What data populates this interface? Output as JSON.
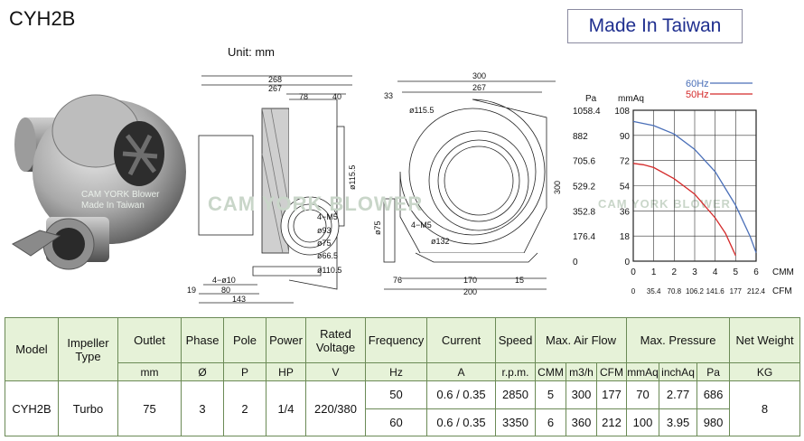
{
  "header": {
    "model": "CYH2B",
    "badge": "Made In Taiwan",
    "unit": "Unit: mm"
  },
  "watermark": {
    "photo": "CAM YORK Blower",
    "photo_sub": "Made In Taiwan",
    "brand": "CAM YORK BLOWER"
  },
  "colors": {
    "hz60": "#4a6fb8",
    "hz50": "#d42a2a",
    "table_header": "#e6f2d8",
    "table_border": "#6b8a56",
    "badge_text": "#1f2f8f"
  },
  "side_view": {
    "dims": [
      "268",
      "267",
      "78",
      "40",
      "ø115.5",
      "4−M5",
      "ø93",
      "ø75",
      "ø66.5",
      "ø110.5",
      "4−ø10",
      "19",
      "80",
      "143"
    ]
  },
  "front_view": {
    "dims": [
      "33",
      "300",
      "267",
      "ø115.5",
      "4−M5",
      "ø132",
      "ø75",
      "300",
      "76",
      "170",
      "15",
      "200"
    ]
  },
  "chart_data": {
    "type": "line",
    "title": "",
    "legend": [
      "60Hz",
      "50Hz"
    ],
    "legend_placement": "top-right",
    "y_left_label": "Pa",
    "y_right_label": "mmAq",
    "y_left_ticks": [
      "1058.4",
      "882",
      "705.6",
      "529.2",
      "352.8",
      "176.4",
      "0"
    ],
    "y_right_ticks": [
      "108",
      "90",
      "72",
      "54",
      "36",
      "18",
      "0"
    ],
    "x_ticks_cmm": [
      "0",
      "1",
      "2",
      "3",
      "4",
      "5",
      "6"
    ],
    "x_label_cmm": "CMM",
    "x_ticks_cfm": [
      "0",
      "35.4",
      "70.8",
      "106.2",
      "141.6",
      "177",
      "212.4"
    ],
    "x_label_cfm": "CFM",
    "xlim": [
      0,
      6
    ],
    "ylim": [
      0,
      108
    ],
    "grid": true,
    "series": [
      {
        "name": "60Hz",
        "x": [
          0,
          1,
          2,
          3,
          4,
          5,
          5.7,
          6
        ],
        "y": [
          100,
          97,
          91,
          80,
          64,
          40,
          18,
          6
        ]
      },
      {
        "name": "50Hz",
        "x": [
          0,
          0.5,
          1,
          2,
          3,
          4,
          4.5,
          5
        ],
        "y": [
          70,
          69,
          67,
          59,
          48,
          31,
          20,
          4
        ]
      }
    ]
  },
  "table": {
    "headers": {
      "model": "Model",
      "impeller": "Impeller Type",
      "outlet": "Outlet",
      "phase": "Phase",
      "pole": "Pole",
      "power": "Power",
      "voltage": "Rated Voltage",
      "frequency": "Frequency",
      "current": "Current",
      "speed": "Speed",
      "airflow": "Max. Air Flow",
      "pressure": "Max. Pressure",
      "weight": "Net Weight"
    },
    "units": [
      "mm",
      "Ø",
      "P",
      "HP",
      "V",
      "Hz",
      "A",
      "r.p.m.",
      "CMM",
      "m3/h",
      "CFM",
      "mmAq",
      "inchAq",
      "Pa",
      "KG"
    ],
    "row": {
      "model": "CYH2B",
      "impeller": "Turbo",
      "outlet": "75",
      "phase": "3",
      "pole": "2",
      "power": "1/4",
      "voltage": "220/380",
      "weight": "8",
      "hz50": {
        "frequency": "50",
        "current": "0.6 / 0.35",
        "speed": "2850",
        "cmm": "5",
        "m3h": "300",
        "cfm": "177",
        "mmaq": "70",
        "inchaq": "2.77",
        "pa": "686"
      },
      "hz60": {
        "frequency": "60",
        "current": "0.6 / 0.35",
        "speed": "3350",
        "cmm": "6",
        "m3h": "360",
        "cfm": "212",
        "mmaq": "100",
        "inchaq": "3.95",
        "pa": "980"
      }
    }
  }
}
